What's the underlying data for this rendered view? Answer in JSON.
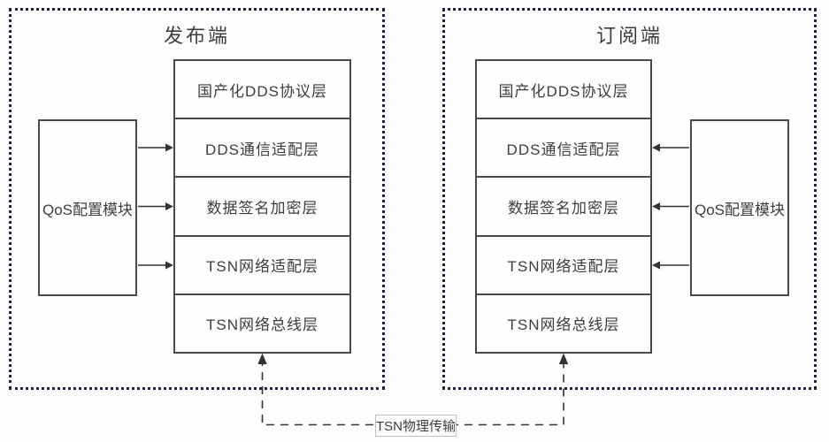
{
  "diagram": {
    "panels": [
      {
        "title": "发布端",
        "layers": [
          "国产化DDS协议层",
          "DDS通信适配层",
          "数据签名加密层",
          "TSN网络适配层",
          "TSN网络总线层"
        ],
        "side_module": "QoS配置模块",
        "arrow_direction": "into-stack-from-left"
      },
      {
        "title": "订阅端",
        "layers": [
          "国产化DDS协议层",
          "DDS通信适配层",
          "数据签名加密层",
          "TSN网络适配层",
          "TSN网络总线层"
        ],
        "side_module": "QoS配置模块",
        "arrow_direction": "into-stack-from-right"
      }
    ],
    "connector_label": "TSN物理传输",
    "colors": {
      "panel_border": "#20204a",
      "box_border": "#4a4a4a",
      "text": "#3d3d3d",
      "connector_line": "#333333",
      "label_border": "#c0c0c0",
      "background": "#fdfdfd"
    }
  }
}
